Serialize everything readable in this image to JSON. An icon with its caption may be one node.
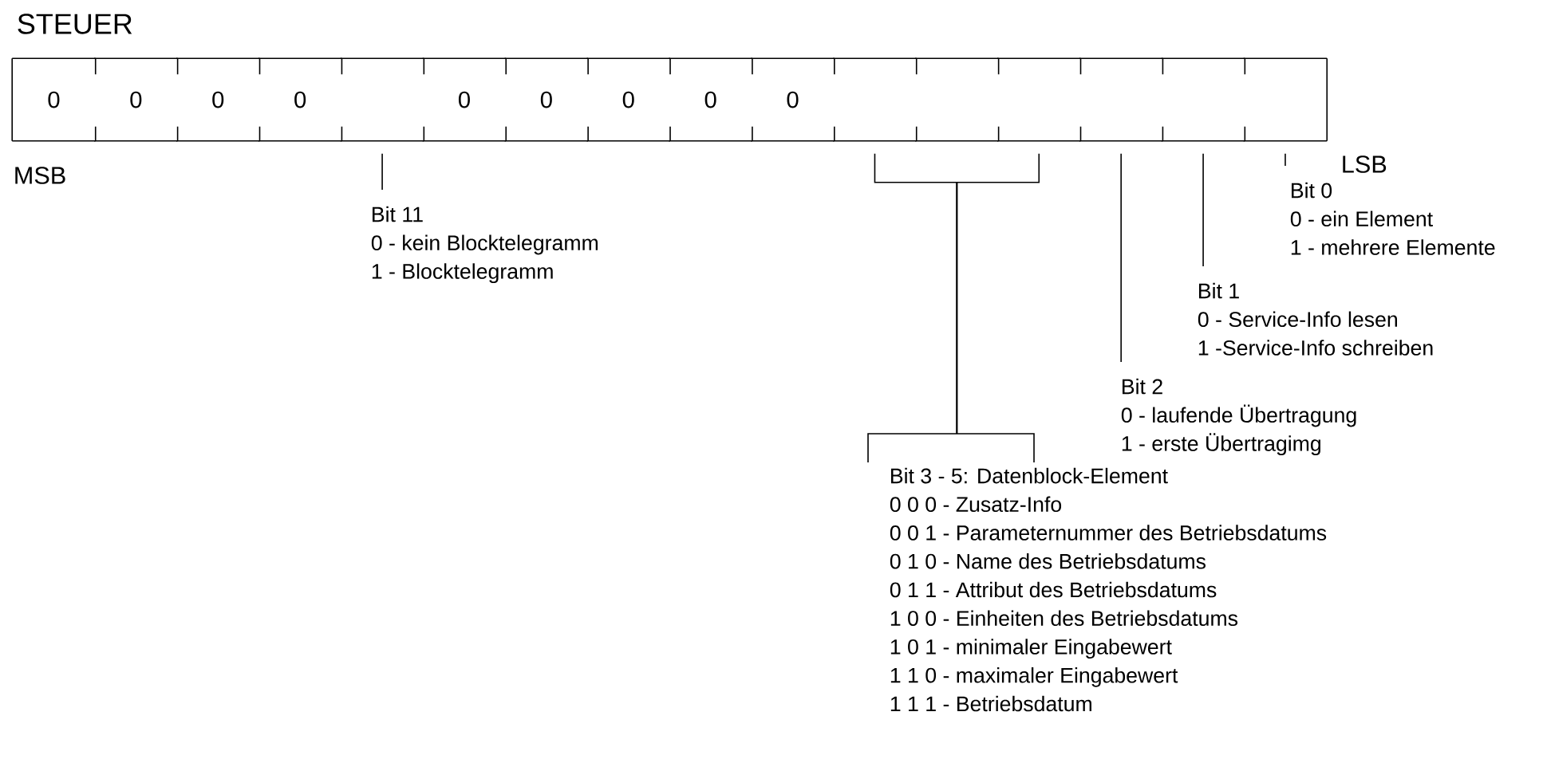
{
  "diagram": {
    "title": "STEUER",
    "nodes": [
      {
        "text": [
          "0"
        ]
      },
      {
        "text": [
          "0"
        ]
      },
      {
        "text": [
          "0"
        ]
      },
      {
        "text": [
          "0"
        ]
      },
      {
        "text": [],
        "shape": "box"
      },
      {
        "text": [
          "0"
        ]
      },
      {
        "text": [
          "0"
        ]
      },
      {
        "text": [
          "0"
        ]
      },
      {
        "text": [
          "0"
        ]
      },
      {
        "text": [
          "0"
        ]
      },
      {
        "text": [],
        "shape": "box"
      },
      {
        "text": [],
        "shape": "box"
      },
      {
        "text": [],
        "shape": "box"
      },
      {
        "text": [],
        "shape": "box"
      },
      {
        "text": [],
        "shape": "box"
      },
      {
        "text": [],
        "shape": "box"
      },
      {
        "text": [
          "Bit 11",
          "0 - kein Blocktelegramm",
          "1 - Blocktelegramm"
        ]
      },
      {
        "text": [
          "Bit 0",
          "0 - ein Element",
          "1 - mehrere Elemente"
        ]
      },
      {
        "text": [
          "Bit 1",
          "0 - Service-Info lesen",
          "1 -Service-Info schreiben"
        ]
      },
      {
        "text": [
          "Bit 2",
          "0 - laufende Übertragung",
          "1 - erste Übertragimg"
        ]
      },
      {
        "text": [
          "Bit 3 - 5: Datenblock-Element",
          "0 0 0 - Zusatz-Info",
          "0 0 1 - Parameternummer des Betriebsdatums",
          "0 1 0 - Name des Betriebsdatums",
          "0 1 1 - Attribut des Betriebsdatums",
          "1 0 0 - Einheiten des Betriebsdatums",
          "1 0 1 - minimaler Eingabewert",
          "1 1 0 - maximaler Eingabewert",
          "1 1 1 - Betriebsdatum"
        ]
      }
    ],
    "edges": [
      {
        "from": 16,
        "to": 4,
        "arrow": "none"
      },
      {
        "from": 17,
        "to": 15,
        "arrow": "none"
      },
      {
        "from": 18,
        "to": 14,
        "arrow": "none"
      },
      {
        "from": 19,
        "to": 13,
        "arrow": "none"
      },
      {
        "from": 20,
        "to": 10,
        "arrow": "none"
      },
      {
        "from": 20,
        "to": 11,
        "arrow": "none"
      },
      {
        "from": 20,
        "to": 12,
        "arrow": "none"
      }
    ],
    "labels": [
      "MSB",
      "LSB"
    ]
  }
}
